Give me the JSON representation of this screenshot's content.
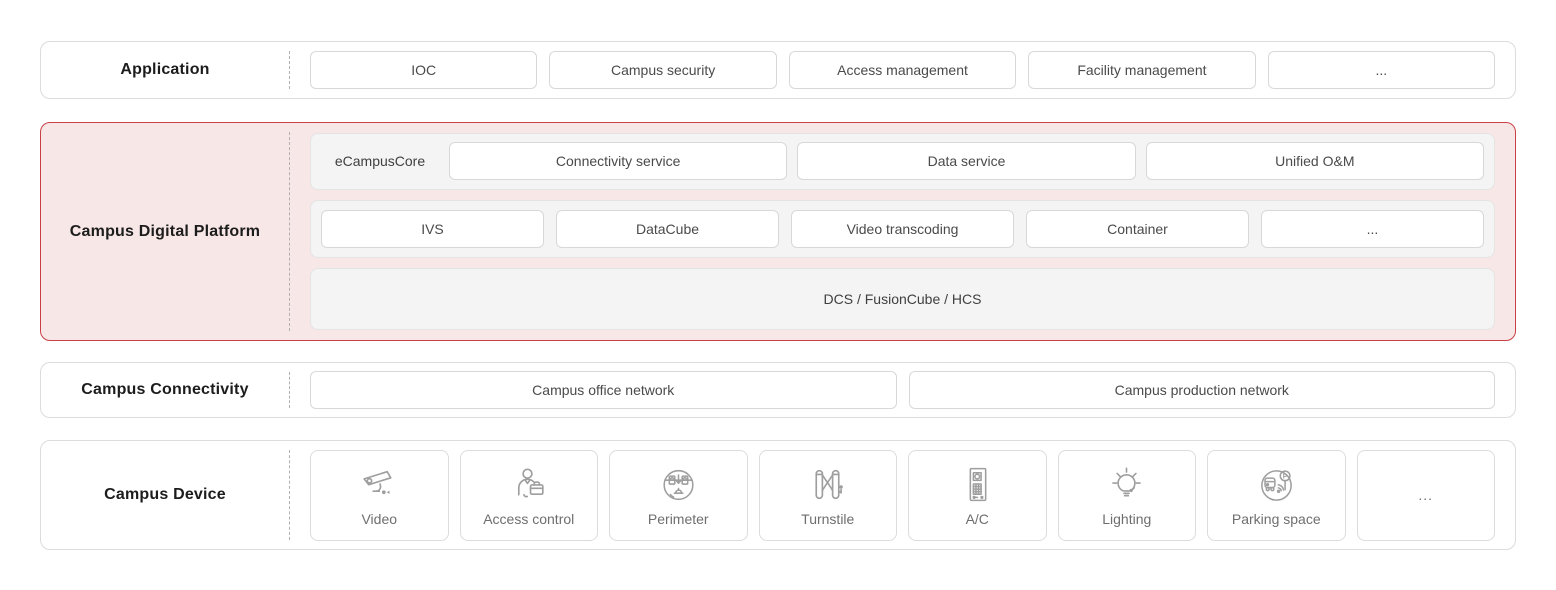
{
  "palette": {
    "platform_border": "#c94046",
    "platform_fill": "#f8e7e7",
    "panel_fill": "#f5f4f4",
    "panel_border": "#e4e4e4",
    "box_border": "#d8d8d8",
    "band_border": "#dcdcdc",
    "divider": "#b0b0b0",
    "icon_stroke": "#9e9e9e"
  },
  "layers": {
    "application": {
      "label": "Application",
      "boxes": [
        "IOC",
        "Campus security",
        "Access management",
        "Facility management",
        "..."
      ]
    },
    "platform": {
      "label": "Campus Digital Platform",
      "core": {
        "label": "eCampusCore",
        "services": [
          "Connectivity service",
          "Data service",
          "Unified O&M"
        ]
      },
      "middleware": [
        "IVS",
        "DataCube",
        "Video transcoding",
        "Container",
        "..."
      ],
      "infrastructure": "DCS / FusionCube / HCS"
    },
    "connectivity": {
      "label": "Campus Connectivity",
      "networks": [
        "Campus office network",
        "Campus production network"
      ]
    },
    "device": {
      "label": "Campus Device",
      "items": [
        {
          "label": "Video",
          "icon": "video-camera-icon"
        },
        {
          "label": "Access control",
          "icon": "access-control-icon"
        },
        {
          "label": "Perimeter",
          "icon": "perimeter-icon"
        },
        {
          "label": "Turnstile",
          "icon": "turnstile-icon"
        },
        {
          "label": "A/C",
          "icon": "ac-panel-icon"
        },
        {
          "label": "Lighting",
          "icon": "light-bulb-icon"
        },
        {
          "label": "Parking space",
          "icon": "parking-icon"
        },
        {
          "label": "...",
          "icon": "ellipsis"
        }
      ]
    }
  }
}
